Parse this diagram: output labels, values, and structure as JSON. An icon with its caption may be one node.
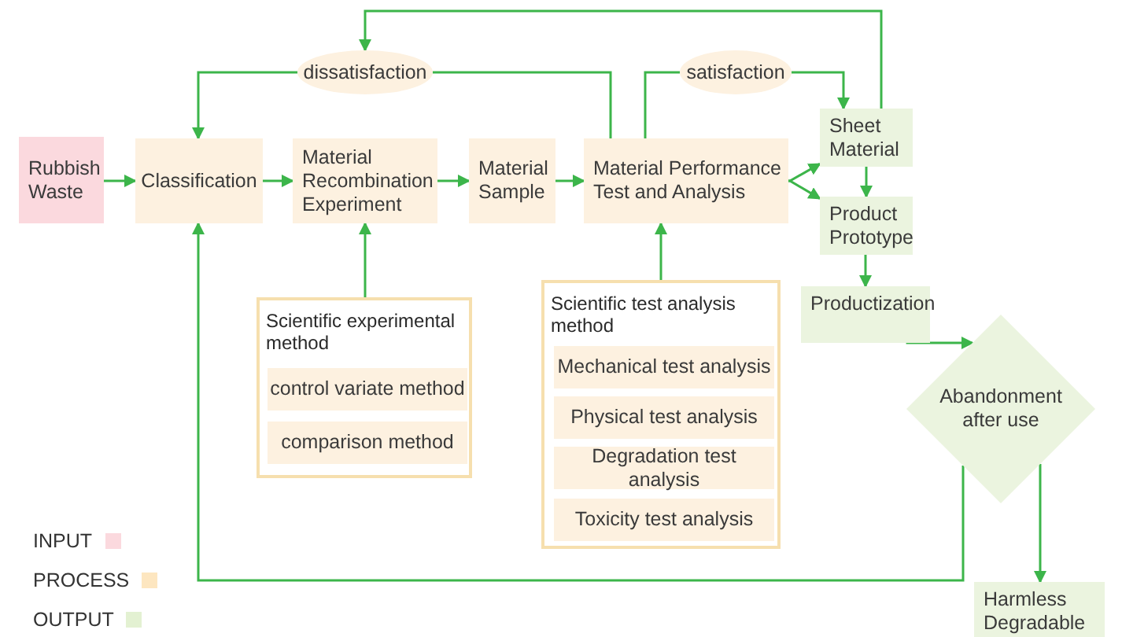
{
  "diagram": {
    "nodes": [
      {
        "text": [
          "Rubbish Waste"
        ]
      },
      {
        "text": [
          "Classification"
        ]
      },
      {
        "text": [
          "Material Recombination Experiment"
        ]
      },
      {
        "text": [
          "Material Sample"
        ]
      },
      {
        "text": [
          "Material Performance Test and Analysis"
        ]
      },
      {
        "text": [
          "Sheet Material"
        ]
      },
      {
        "text": [
          "Product Prototype"
        ]
      },
      {
        "text": [
          "Productization"
        ]
      },
      {
        "text": [
          "Abandonment after use"
        ]
      },
      {
        "text": [
          "Harmless Degradable"
        ]
      },
      {
        "text": [
          "dissatisfaction"
        ]
      },
      {
        "text": [
          "satisfaction"
        ]
      },
      {
        "text": [
          "Scientific experimental method"
        ]
      },
      {
        "text": [
          "control variate method"
        ],
        "in": 12
      },
      {
        "text": [
          "comparison method"
        ],
        "in": 12
      },
      {
        "text": [
          "Scientific test analysis method"
        ]
      },
      {
        "text": [
          "Mechanical test analysis"
        ],
        "in": 15
      },
      {
        "text": [
          "Physical test analysis"
        ],
        "in": 15
      },
      {
        "text": [
          "Degradation test analysis"
        ],
        "in": 15
      },
      {
        "text": [
          "Toxicity test analysis"
        ],
        "in": 15
      }
    ],
    "edges": [
      {
        "from": 0,
        "to": 1,
        "arrow": "to"
      },
      {
        "from": 1,
        "to": 2,
        "arrow": "to"
      },
      {
        "from": 2,
        "to": 3,
        "arrow": "to"
      },
      {
        "from": 3,
        "to": 4,
        "arrow": "to"
      },
      {
        "from": 4,
        "to": 5,
        "arrow": "to"
      },
      {
        "from": 4,
        "to": 6,
        "arrow": "to"
      },
      {
        "from": 5,
        "to": 6,
        "arrow": "to"
      },
      {
        "from": 6,
        "to": 7,
        "arrow": "to"
      },
      {
        "from": 7,
        "to": 8,
        "arrow": "to"
      },
      {
        "from": 8,
        "to": 9,
        "arrow": "to"
      },
      {
        "from": 8,
        "to": 1,
        "arrow": "to"
      },
      {
        "from": 12,
        "to": 2,
        "arrow": "to"
      },
      {
        "from": 15,
        "to": 4,
        "arrow": "to"
      },
      {
        "from": 4,
        "to": 10,
        "arrow": "none"
      },
      {
        "from": 10,
        "to": 1,
        "arrow": "to"
      },
      {
        "from": 4,
        "to": 11,
        "arrow": "none"
      },
      {
        "from": 11,
        "to": 5,
        "arrow": "to"
      },
      {
        "from": 5,
        "to": 10,
        "arrow": "to"
      }
    ],
    "legend": [
      {
        "text": "INPUT",
        "color": "#fbd9de"
      },
      {
        "text": "PROCESS",
        "color": "#fde6c0"
      },
      {
        "text": "OUTPUT",
        "color": "#e3f1d2"
      }
    ]
  }
}
